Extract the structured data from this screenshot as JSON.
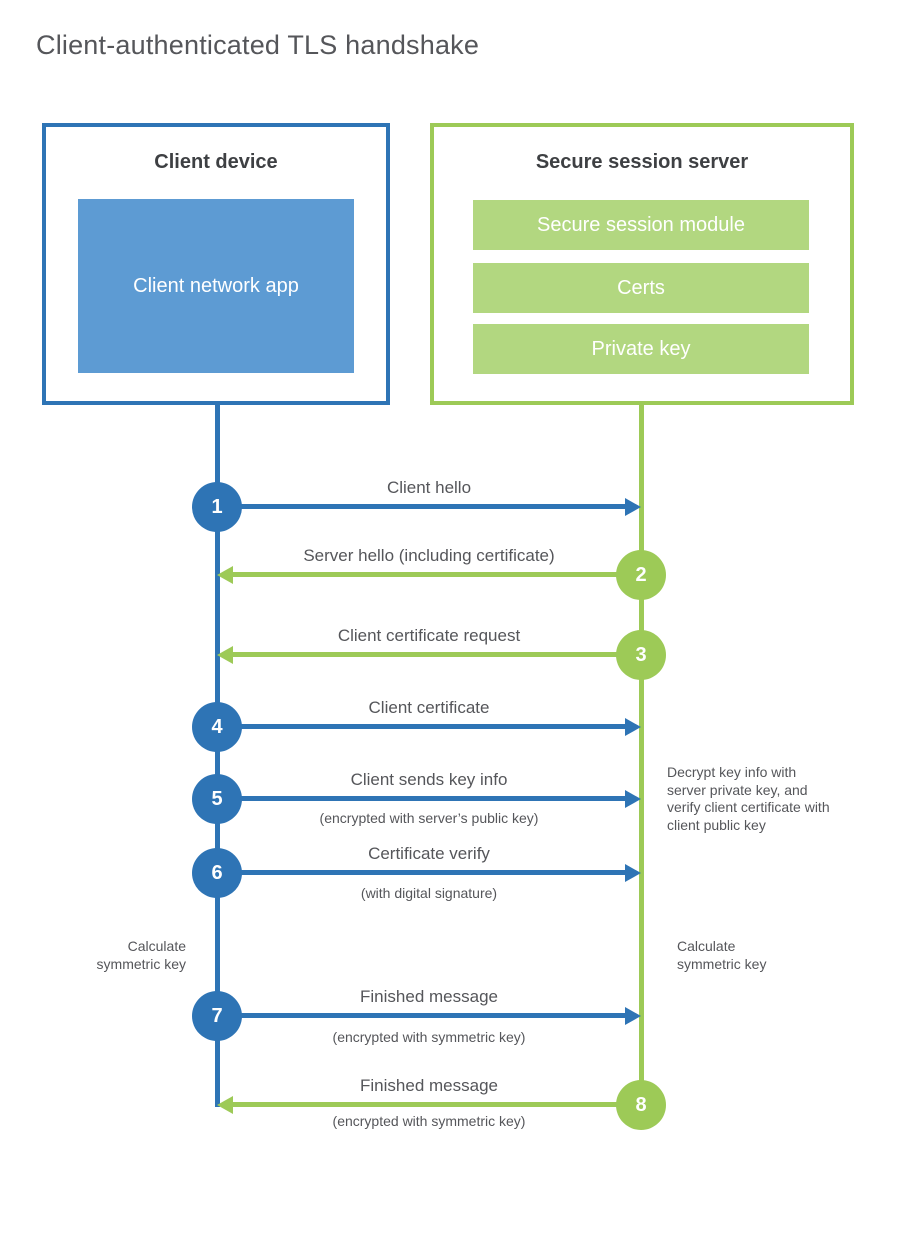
{
  "title": "Client-authenticated TLS handshake",
  "client": {
    "heading": "Client device",
    "app_label": "Client network app"
  },
  "server": {
    "heading": "Secure session server",
    "modules": [
      "Secure session module",
      "Certs",
      "Private key"
    ]
  },
  "steps": [
    {
      "num": "1",
      "direction": "client-to-server",
      "label": "Client hello",
      "sub": ""
    },
    {
      "num": "2",
      "direction": "server-to-client",
      "label": "Server hello (including certificate)",
      "sub": ""
    },
    {
      "num": "3",
      "direction": "server-to-client",
      "label": "Client certificate request",
      "sub": ""
    },
    {
      "num": "4",
      "direction": "client-to-server",
      "label": "Client certificate",
      "sub": ""
    },
    {
      "num": "5",
      "direction": "client-to-server",
      "label": "Client sends key info",
      "sub": "(encrypted with server’s public key)"
    },
    {
      "num": "6",
      "direction": "client-to-server",
      "label": "Certificate verify",
      "sub": "(with digital signature)"
    },
    {
      "num": "7",
      "direction": "client-to-server",
      "label": "Finished message",
      "sub": "(encrypted with symmetric key)"
    },
    {
      "num": "8",
      "direction": "server-to-client",
      "label": "Finished message",
      "sub": "(encrypted with symmetric key)"
    }
  ],
  "annotations": {
    "decrypt_note": "Decrypt key info with server private key, and verify client certificate with client public key",
    "calc_left": "Calculate symmetric key",
    "calc_right": "Calculate symmetric key"
  },
  "colors": {
    "blue": "#2e74b5",
    "blue_light": "#5d9bd3",
    "green": "#9dca57",
    "green_light": "#b2d780",
    "text": "#55565a"
  }
}
